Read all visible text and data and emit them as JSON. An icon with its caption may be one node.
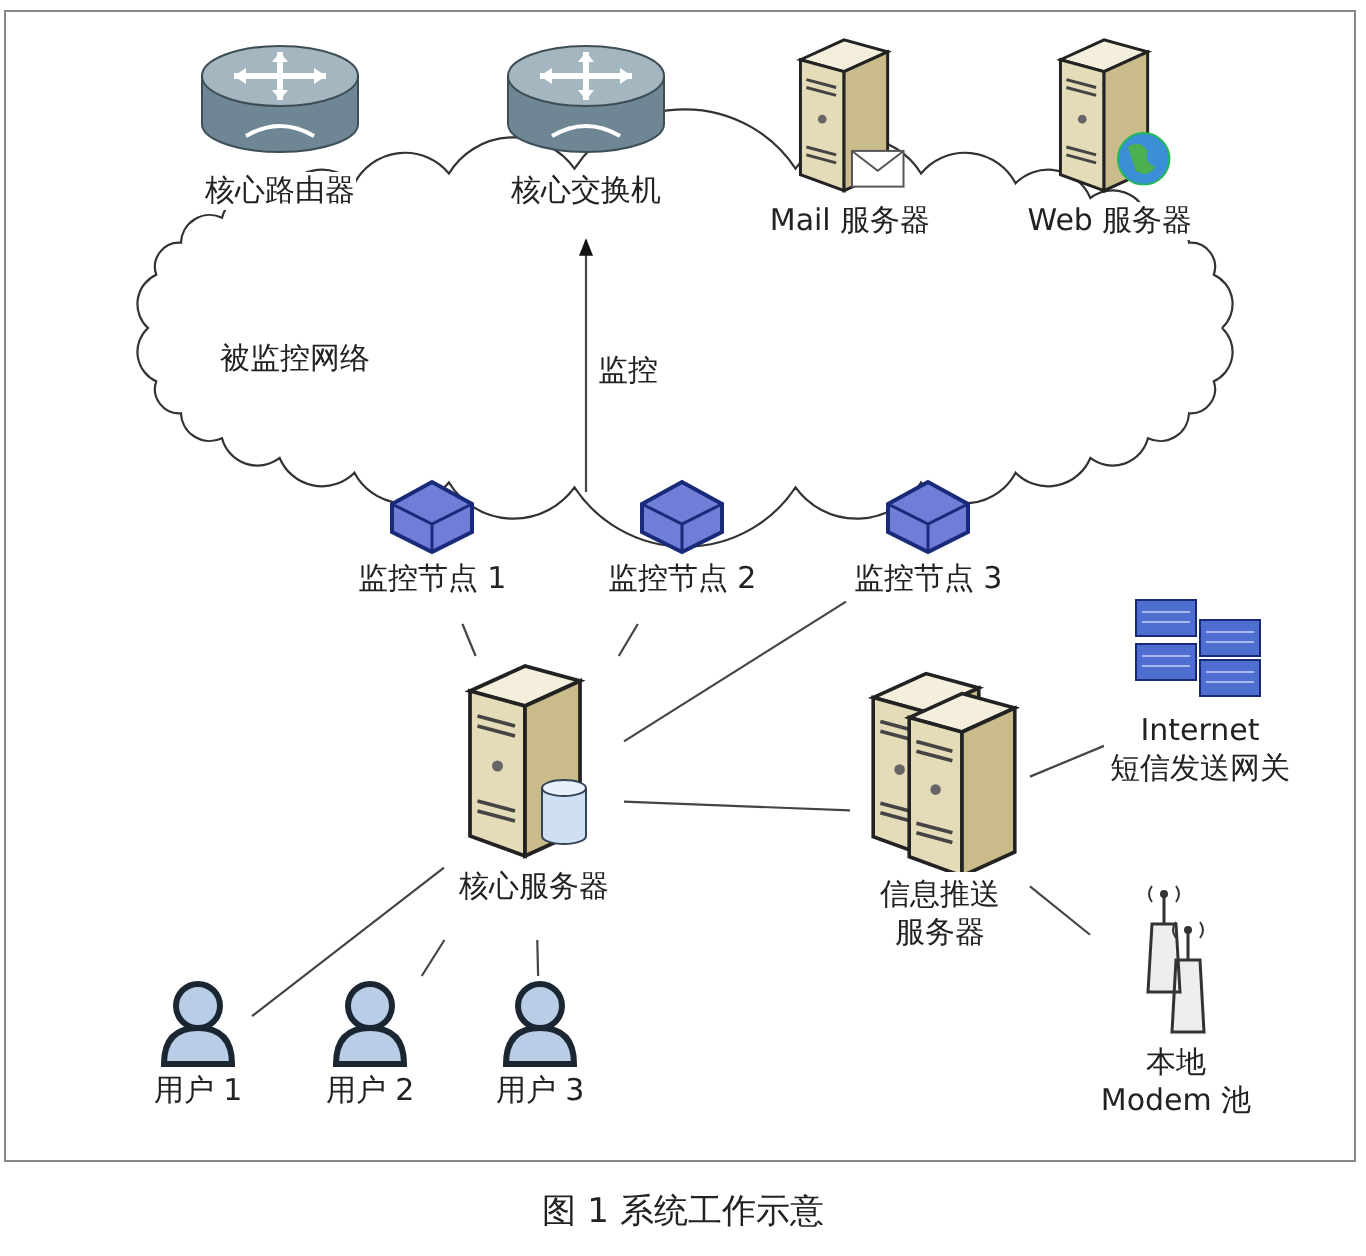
{
  "diagram": {
    "caption": "图 1 系统工作示意",
    "nodes": [
      {
        "text": [
          "被监控网络"
        ]
      },
      {
        "text": [
          "核心路由器"
        ]
      },
      {
        "text": [
          "核心交换机"
        ]
      },
      {
        "text": [
          "Mail 服务器"
        ]
      },
      {
        "text": [
          "Web 服务器"
        ]
      },
      {
        "text": [
          "监控节点 1"
        ]
      },
      {
        "text": [
          "监控节点 2"
        ]
      },
      {
        "text": [
          "监控节点 3"
        ]
      },
      {
        "text": [
          "核心服务器"
        ]
      },
      {
        "text": [
          "信息推送服务器"
        ]
      },
      {
        "text": [
          "Internet 短信发送网关"
        ]
      },
      {
        "text": [
          "本地 Modem 池"
        ]
      },
      {
        "text": [
          "用户 1"
        ]
      },
      {
        "text": [
          "用户 2"
        ]
      },
      {
        "text": [
          "用户 3"
        ]
      }
    ],
    "edges": [
      {
        "from": 0,
        "to": 2,
        "arrow": "to",
        "label": "监控"
      },
      {
        "from": 5,
        "to": 8,
        "arrow": "none"
      },
      {
        "from": 6,
        "to": 8,
        "arrow": "none"
      },
      {
        "from": 7,
        "to": 8,
        "arrow": "none"
      },
      {
        "from": 8,
        "to": 9,
        "arrow": "none"
      },
      {
        "from": 9,
        "to": 10,
        "arrow": "none"
      },
      {
        "from": 9,
        "to": 11,
        "arrow": "none"
      },
      {
        "from": 8,
        "to": 12,
        "arrow": "none"
      },
      {
        "from": 8,
        "to": 13,
        "arrow": "none"
      },
      {
        "from": 8,
        "to": 14,
        "arrow": "none"
      }
    ]
  }
}
